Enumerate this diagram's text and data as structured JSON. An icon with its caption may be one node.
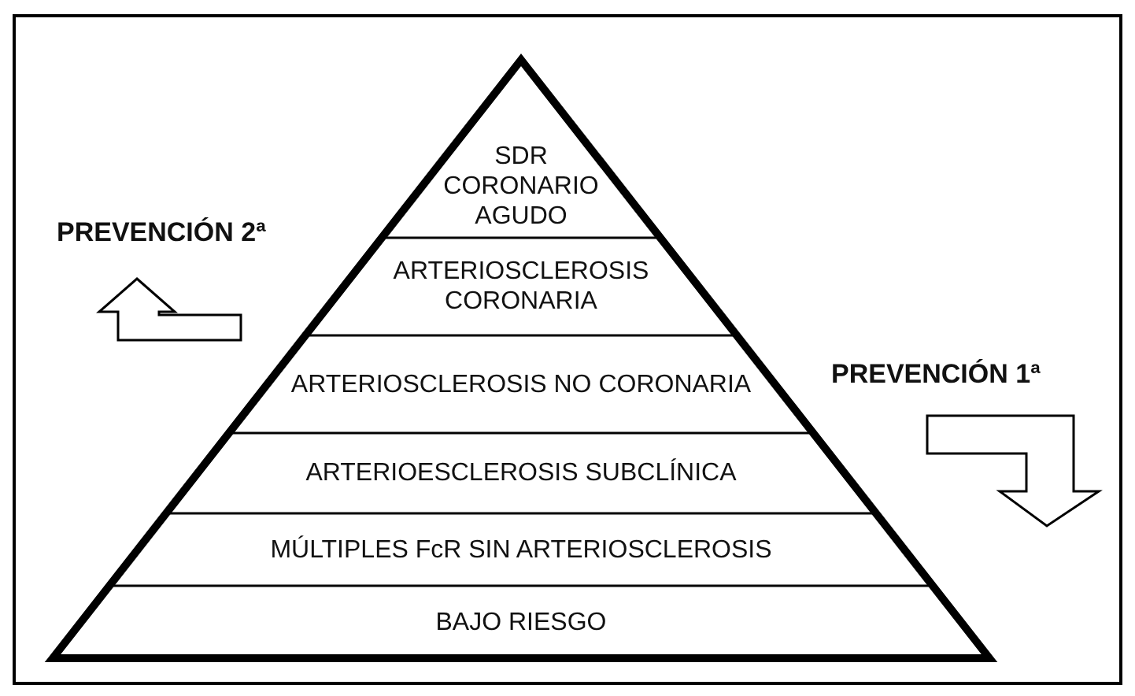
{
  "diagram": {
    "nodes": [
      {
        "text": [
          "SDR CORONARIO AGUDO"
        ]
      },
      {
        "text": [
          "ARTERIOSCLEROSIS CORONARIA"
        ]
      },
      {
        "text": [
          "ARTERIOSCLEROSIS NO CORONARIA"
        ]
      },
      {
        "text": [
          "ARTERIOESCLEROSIS SUBCLÍNICA"
        ]
      },
      {
        "text": [
          "MÚLTIPLES FcR SIN ARTERIOSCLEROSIS"
        ]
      },
      {
        "text": [
          "BAJO RIESGO"
        ]
      }
    ],
    "edges": [],
    "labels": [
      "PREVENCIÓN 2ª",
      "PREVENCIÓN 1ª"
    ]
  }
}
